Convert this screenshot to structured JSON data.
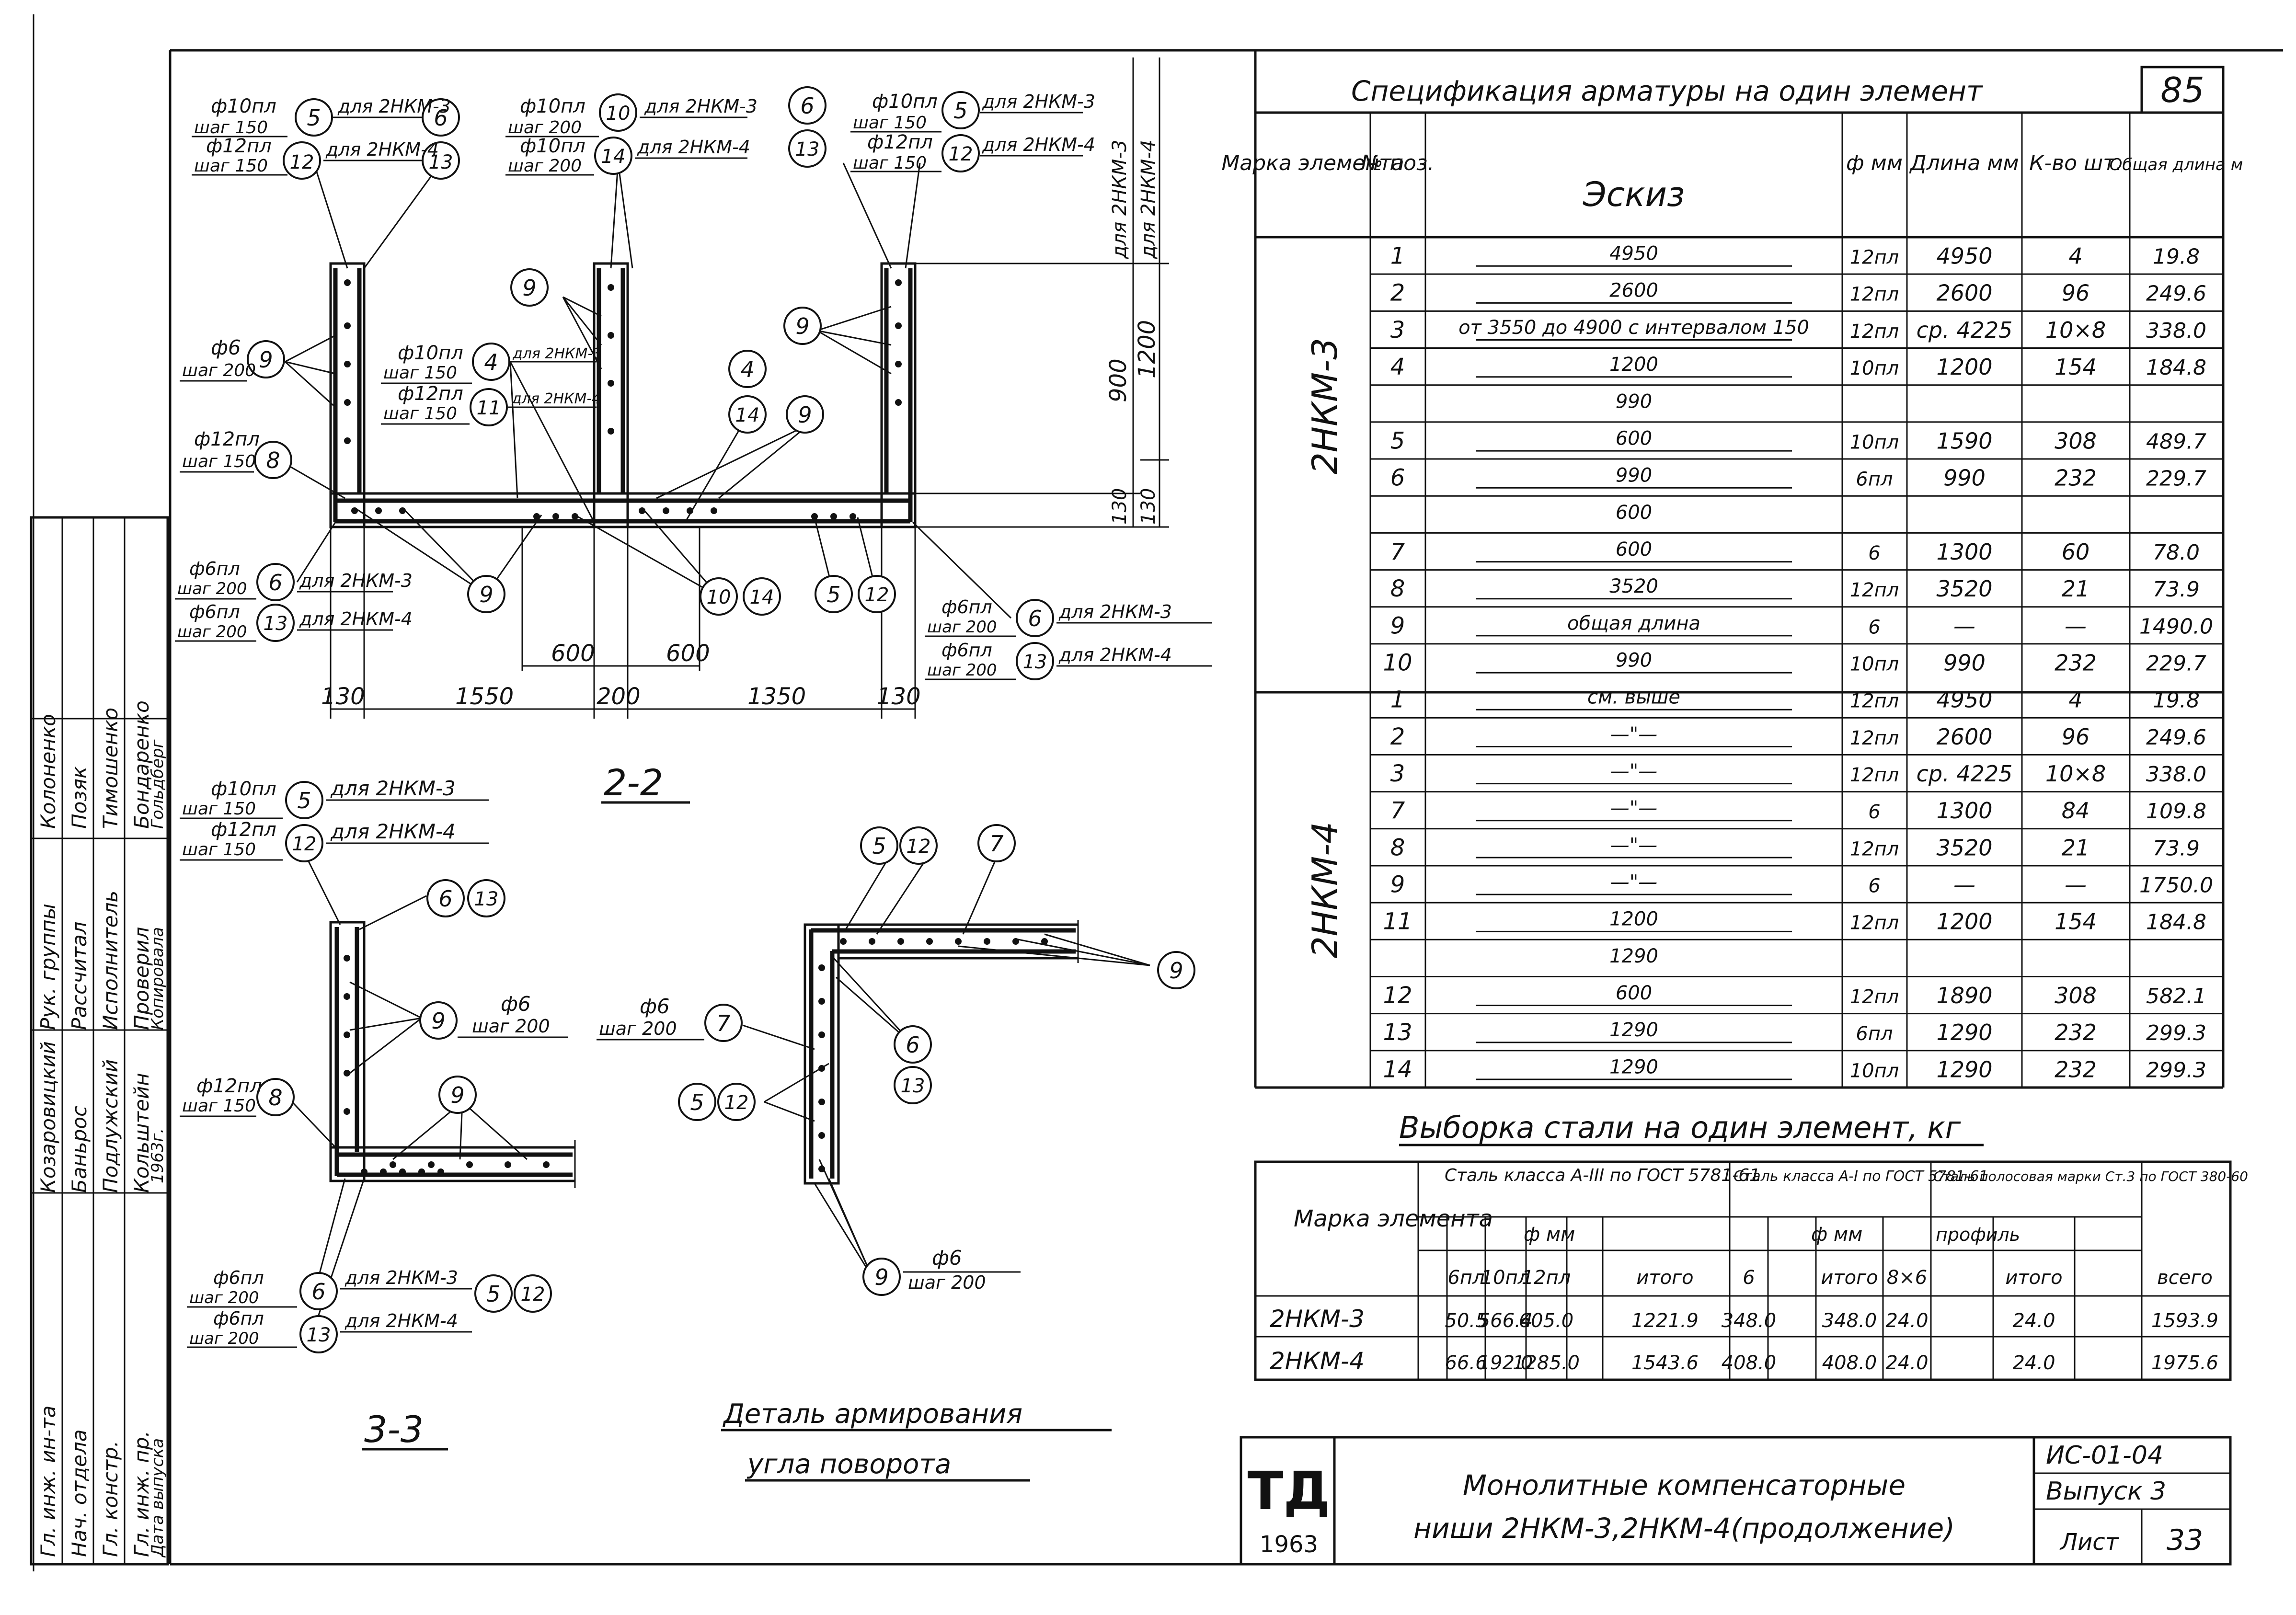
{
  "sheet": {
    "page_number": "85",
    "sheet_code": "ИС-01-04",
    "issue": "Выпуск 3",
    "list_label": "Лист",
    "list_number": "33",
    "logo_text": "ТД",
    "logo_year": "1963",
    "title_line1": "Монолитные компенсаторные",
    "title_line2": "ниши 2НКМ-3,2НКМ-4(продолжение)"
  },
  "signatures": {
    "roles": [
      "Гл. инж. ин-та",
      "Нач. отдела",
      "Гл. констр.",
      "Гл. инж. пр.",
      "Рук. группы",
      "Рассчитал",
      "Исполнитель",
      "Проверил",
      "Копировала"
    ],
    "names": [
      "Козаровицкий",
      "Баньрос",
      "Подлужский",
      "Кольштейн",
      "Колоненко",
      "Позяк",
      "Тимошенко",
      "Бондаренко",
      "Гольдберг"
    ],
    "date_label": "Дата выпуска",
    "date_value": "1963г."
  },
  "sections": {
    "s22": "2-2",
    "s33": "3-3",
    "detail_line1": "Деталь армирования",
    "detail_line2": "угла поворота"
  },
  "dims": {
    "d130a": "130",
    "d1550": "1550",
    "d200": "200",
    "d1350": "1350",
    "d130b": "130",
    "d600a": "600",
    "d600b": "600",
    "d900": "900",
    "d1200": "1200",
    "d130v1": "130",
    "d130v2": "130",
    "for3": "для 2НКМ-3",
    "for4": "для 2НКМ-4"
  },
  "labels": {
    "f10": "ф10пл",
    "f12": "ф12пл",
    "f6": "ф6",
    "f6pl": "ф6пл",
    "sh150": "шаг 150",
    "sh200": "шаг 200",
    "d3": "для 2НКМ-3",
    "d4": "для 2НКМ-4",
    "n4": "4",
    "n5": "5",
    "n6": "6",
    "n7": "7",
    "n8": "8",
    "n9": "9",
    "n10": "10",
    "n11": "11",
    "n12": "12",
    "n13": "13",
    "n14": "14"
  },
  "spec": {
    "title": "Спецификация арматуры на один элемент",
    "headers": [
      "Марка элемента",
      "№ поз.",
      "Эскиз",
      "ф мм",
      "Длина мм",
      "К-во шт.",
      "Общая длина м"
    ],
    "group1": "2НКМ-3",
    "group2": "2НКМ-4",
    "rows": [
      [
        "1",
        "4950",
        "12пл",
        "4950",
        "4",
        "19.8"
      ],
      [
        "2",
        "2600",
        "12пл",
        "2600",
        "96",
        "249.6"
      ],
      [
        "3",
        "от 3550 до 4900 с интервалом 150",
        "12пл",
        "ср. 4225",
        "10×8",
        "338.0"
      ],
      [
        "4",
        "1200",
        "10пл",
        "1200",
        "154",
        "184.8"
      ],
      [
        "",
        "990",
        "",
        "",
        "",
        ""
      ],
      [
        "5",
        "600",
        "10пл",
        "1590",
        "308",
        "489.7"
      ],
      [
        "6",
        "990",
        "6пл",
        "990",
        "232",
        "229.7"
      ],
      [
        "",
        "600",
        "",
        "",
        "",
        ""
      ],
      [
        "7",
        "600",
        "6",
        "1300",
        "60",
        "78.0"
      ],
      [
        "8",
        "3520",
        "12пл",
        "3520",
        "21",
        "73.9"
      ],
      [
        "9",
        "общая длина",
        "6",
        "—",
        "—",
        "1490.0"
      ],
      [
        "10",
        "990",
        "10пл",
        "990",
        "232",
        "229.7"
      ],
      [
        "1",
        "см. выше",
        "12пл",
        "4950",
        "4",
        "19.8"
      ],
      [
        "2",
        "—\"—",
        "12пл",
        "2600",
        "96",
        "249.6"
      ],
      [
        "3",
        "—\"—",
        "12пл",
        "ср. 4225",
        "10×8",
        "338.0"
      ],
      [
        "7",
        "—\"—",
        "6",
        "1300",
        "84",
        "109.8"
      ],
      [
        "8",
        "—\"—",
        "12пл",
        "3520",
        "21",
        "73.9"
      ],
      [
        "9",
        "—\"—",
        "6",
        "—",
        "—",
        "1750.0"
      ],
      [
        "11",
        "1200",
        "12пл",
        "1200",
        "154",
        "184.8"
      ],
      [
        "",
        "1290",
        "",
        "",
        "",
        ""
      ],
      [
        "12",
        "600",
        "12пл",
        "1890",
        "308",
        "582.1"
      ],
      [
        "13",
        "1290",
        "6пл",
        "1290",
        "232",
        "299.3"
      ],
      [
        "14",
        "1290",
        "10пл",
        "1290",
        "232",
        "299.3"
      ]
    ]
  },
  "steel": {
    "title": "Выборка стали на один элемент, кг",
    "mark_header": "Марка элемента",
    "cls3": "Сталь класса А-III по ГОСТ 5781-61",
    "cls2": "Сталь класса А-I по ГОСТ 5781-61",
    "prof": "Сталь полосовая марки Ст.3 по ГОСТ 380-60",
    "dmm": "ф мм",
    "profile": "профиль",
    "sub": [
      "6пл",
      "10пл",
      "12пл",
      "",
      "итого",
      "6",
      "",
      "итого",
      "8×6",
      "",
      "итого",
      "всего"
    ],
    "rows": [
      [
        "2НКМ-3",
        "50.5",
        "566.4",
        "605.0",
        "",
        "1221.9",
        "348.0",
        "",
        "348.0",
        "24.0",
        "",
        "24.0",
        "1593.9"
      ],
      [
        "2НКМ-4",
        "66.6",
        "192.0",
        "1285.0",
        "",
        "1543.6",
        "408.0",
        "",
        "408.0",
        "24.0",
        "",
        "24.0",
        "1975.6"
      ]
    ]
  }
}
